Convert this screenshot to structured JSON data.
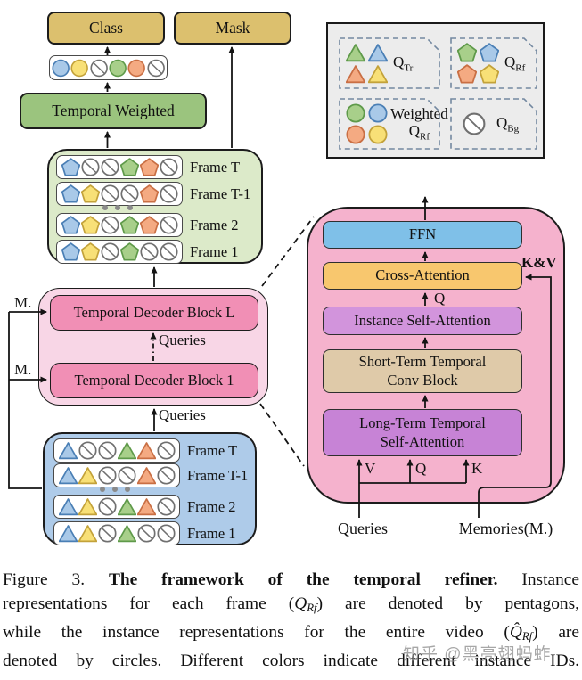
{
  "colors": {
    "vars": {
      "tan": "#dcc06e",
      "greenBox": "#9bc47e",
      "greenPanel": "#dceac9",
      "pinkPanel": "#f8d6e6",
      "pinkBlock": "#f18fb5",
      "bluePanel": "#aecbe9",
      "rightBox": "#f5b2cd",
      "ffn": "#7fc0e8",
      "cross": "#f8c76e",
      "instance": "#d294dc",
      "shortTerm": "#dfcaa9",
      "longTerm": "#c783d6",
      "legendBg": "#ececec",
      "dash": "#7388a0",
      "line": "#141414",
      "border": "#1c1c1c"
    },
    "shape": {
      "blue": {
        "f": "#a9c9e8",
        "s": "#4a7fb5"
      },
      "yellow": {
        "f": "#f8e077",
        "s": "#c3a23a"
      },
      "green": {
        "f": "#a8cf8a",
        "s": "#5f9a4a"
      },
      "orange": {
        "f": "#f4aa82",
        "s": "#c96f44"
      },
      "slash": {
        "f": "#ffffff",
        "s": "#707070"
      }
    }
  },
  "top": {
    "class_label": "Class",
    "mask_label": "Mask",
    "temporal_weighted_label": "Temporal Weighted",
    "weighted_row_shapes": [
      "circle:blue",
      "circle:yellow",
      "circle:slash",
      "circle:green",
      "circle:orange",
      "circle:slash"
    ]
  },
  "green_panel": {
    "rows": [
      {
        "label": "Frame T",
        "shapes": [
          "pentagon:blue",
          "circle:slash",
          "circle:slash",
          "pentagon:green",
          "pentagon:orange",
          "circle:slash"
        ]
      },
      {
        "label": "Frame T-1",
        "shapes": [
          "pentagon:blue",
          "pentagon:yellow",
          "circle:slash",
          "circle:slash",
          "pentagon:orange",
          "circle:slash"
        ]
      },
      {
        "label": "Frame 2",
        "shapes": [
          "pentagon:blue",
          "pentagon:yellow",
          "circle:slash",
          "pentagon:green",
          "pentagon:orange",
          "circle:slash"
        ]
      },
      {
        "label": "Frame 1",
        "shapes": [
          "pentagon:blue",
          "pentagon:yellow",
          "circle:slash",
          "pentagon:green",
          "circle:slash",
          "circle:slash"
        ]
      }
    ]
  },
  "decoder": {
    "block_l_label": "Temporal Decoder Block L",
    "block_1_label": "Temporal Decoder Block 1",
    "queries_mid_label": "Queries",
    "queries_bottom_label": "Queries",
    "memory_label_1": "M.",
    "memory_label_2": "M."
  },
  "blue_panel": {
    "rows": [
      {
        "label": "Frame T",
        "shapes": [
          "triangle:blue",
          "circle:slash",
          "circle:slash",
          "triangle:green",
          "triangle:orange",
          "circle:slash"
        ]
      },
      {
        "label": "Frame T-1",
        "shapes": [
          "triangle:blue",
          "triangle:yellow",
          "circle:slash",
          "circle:slash",
          "triangle:orange",
          "circle:slash"
        ]
      },
      {
        "label": "Frame 2",
        "shapes": [
          "triangle:blue",
          "triangle:yellow",
          "circle:slash",
          "triangle:green",
          "triangle:orange",
          "circle:slash"
        ]
      },
      {
        "label": "Frame 1",
        "shapes": [
          "triangle:blue",
          "triangle:yellow",
          "circle:slash",
          "triangle:green",
          "circle:slash",
          "circle:slash"
        ]
      }
    ]
  },
  "legend": {
    "q_tr": {
      "main": "Q",
      "sub": "Tr",
      "shapes": [
        "triangle:green",
        "triangle:blue",
        "triangle:orange",
        "triangle:yellow"
      ]
    },
    "q_rf": {
      "main": "Q",
      "sub": "Rf",
      "shapes": [
        "pentagon:green",
        "pentagon:blue",
        "pentagon:orange",
        "pentagon:yellow"
      ]
    },
    "weighted": {
      "line1": "Weighted",
      "main": "Q",
      "sub": "Rf",
      "shapes": [
        "circle:green",
        "circle:blue",
        "circle:orange",
        "circle:yellow"
      ]
    },
    "q_bg": {
      "main": "Q",
      "sub": "Bg",
      "shapes": [
        "circle:slash"
      ]
    }
  },
  "refiner": {
    "ffn_label": "FFN",
    "cross_label": "Cross-Attention",
    "kv_label": "K&V",
    "q_label": "Q",
    "instance_label": "Instance Self-Attention",
    "short_line1": "Short-Term Temporal",
    "short_line2": "Conv Block",
    "long_line1": "Long-Term Temporal",
    "long_line2": "Self-Attention",
    "v_label": "V",
    "q2_label": "Q",
    "k_label": "K",
    "queries_label": "Queries",
    "memories_label": "Memories(M.)"
  },
  "caption": {
    "lines": [
      [
        {
          "t": "Figure 3.  ",
          "f": "n"
        },
        {
          "t": "The framework of the temporal refiner.",
          "f": "b"
        },
        {
          "t": "  Instance",
          "f": "n"
        }
      ],
      [
        {
          "t": "representations for each frame (",
          "f": "n"
        },
        {
          "t": "Q",
          "f": "i"
        },
        {
          "t": "Rf",
          "f": "sub"
        },
        {
          "t": ") are denoted by pentagons,",
          "f": "n"
        }
      ],
      [
        {
          "t": "while the instance representations for the entire video (",
          "f": "n"
        },
        {
          "t": "Q̂",
          "f": "i"
        },
        {
          "t": "Rf",
          "f": "sub"
        },
        {
          "t": ") are",
          "f": "n"
        }
      ],
      [
        {
          "t": "denoted by circles. Different colors indicate different instance IDs.",
          "f": "n"
        }
      ]
    ]
  },
  "watermark": "知乎 @黑亮翅蚂蚱"
}
